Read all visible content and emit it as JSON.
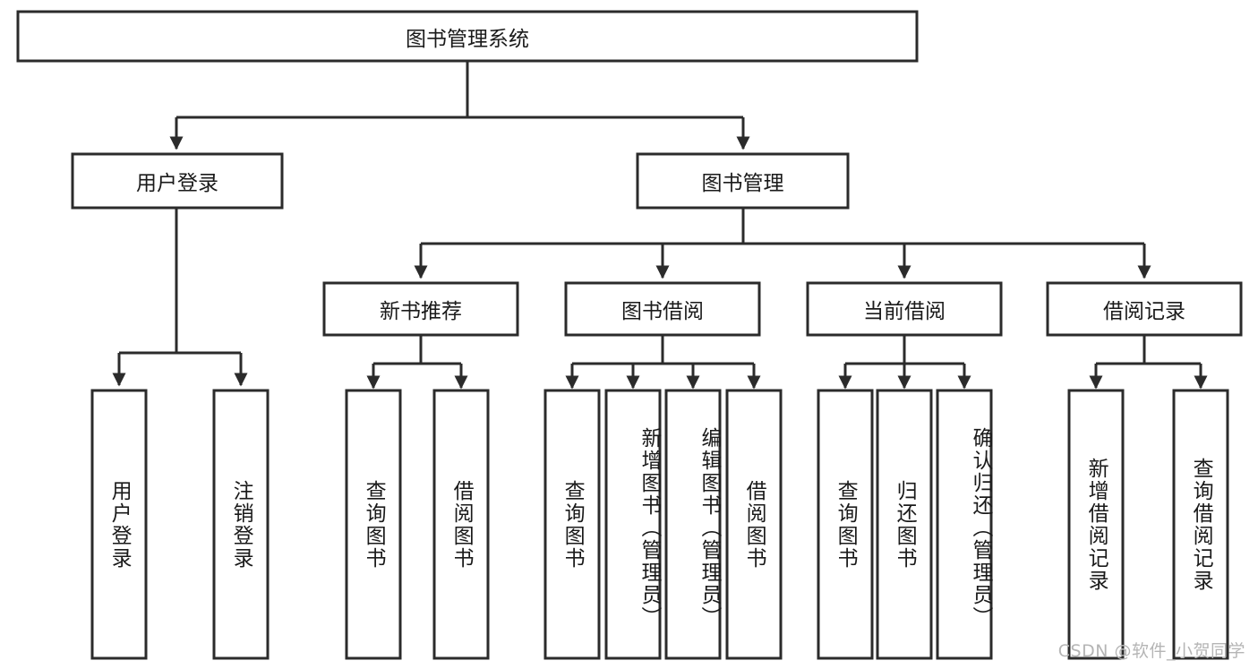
{
  "diagram": {
    "type": "tree",
    "title": "图书管理系统",
    "orientation": "top-down",
    "colors": {
      "node_fill": "#ffffff",
      "node_stroke": "#2b2b2b",
      "text": "#1a1a1a",
      "background": "#ffffff",
      "watermark": "#b5b5b5"
    },
    "root": {
      "label": "图书管理系统"
    },
    "level1": [
      {
        "label": "用户登录"
      },
      {
        "label": "图书管理"
      }
    ],
    "level2": [
      {
        "label": "新书推荐"
      },
      {
        "label": "图书借阅"
      },
      {
        "label": "当前借阅"
      },
      {
        "label": "借阅记录"
      }
    ],
    "leaves": {
      "user_login": [
        {
          "label": "用户登录"
        },
        {
          "label": "注销登录"
        }
      ],
      "new_book_recommend": [
        {
          "label": "查询图书"
        },
        {
          "label": "借阅图书"
        }
      ],
      "book_borrow": [
        {
          "label": "查询图书"
        },
        {
          "label": "新增图书（管理员）"
        },
        {
          "label": "编辑图书（管理员）"
        },
        {
          "label": "借阅图书"
        }
      ],
      "current_borrow": [
        {
          "label": "查询图书"
        },
        {
          "label": "归还图书"
        },
        {
          "label": "确认归还（管理员）"
        }
      ],
      "borrow_record": [
        {
          "label": "新增借阅记录"
        },
        {
          "label": "查询借阅记录"
        }
      ]
    }
  },
  "watermark": {
    "text": "CSDN @软件_小贺同学"
  }
}
